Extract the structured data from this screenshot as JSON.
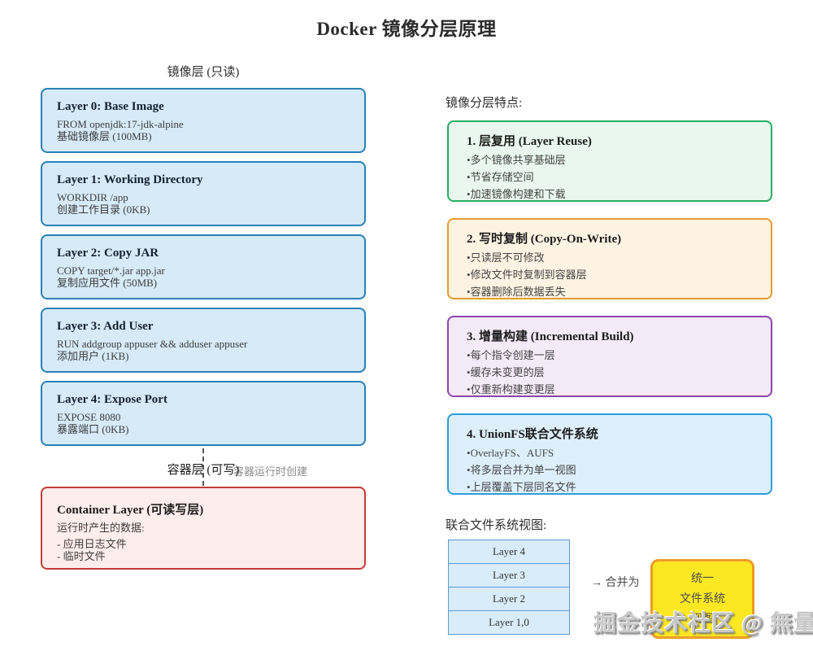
{
  "title": "Docker 镜像分层原理",
  "image_layers": {
    "header": "镜像层 (只读)",
    "layers": [
      {
        "title": "Layer 0: Base Image",
        "command": "FROM openjdk:17-jdk-alpine",
        "desc": "基础镜像层 (100MB)"
      },
      {
        "title": "Layer 1: Working Directory",
        "command": "WORKDIR /app",
        "desc": "创建工作目录 (0KB)"
      },
      {
        "title": "Layer 2: Copy JAR",
        "command": "COPY target/*.jar app.jar",
        "desc": "复制应用文件 (50MB)"
      },
      {
        "title": "Layer 3: Add User",
        "command": "RUN addgroup appuser && adduser appuser",
        "desc": "添加用户 (1KB)"
      },
      {
        "title": "Layer 4: Expose Port",
        "command": "EXPOSE 8080",
        "desc": "暴露端口 (0KB)"
      }
    ]
  },
  "container_layer": {
    "header": "容器层 (可写)",
    "arrow_label": "容器运行时创建",
    "title": "Container Layer (可读写层)",
    "subtitle": "运行时产生的数据:",
    "items": [
      "- 应用日志文件",
      "- 临时文件"
    ]
  },
  "features": {
    "header": "镜像分层特点:",
    "boxes": [
      {
        "title": "1. 层复用 (Layer Reuse)",
        "bullets": [
          "多个镜像共享基础层",
          "节省存储空间",
          "加速镜像构建和下载"
        ]
      },
      {
        "title": "2. 写时复制 (Copy-On-Write)",
        "bullets": [
          "只读层不可修改",
          "修改文件时复制到容器层",
          "容器删除后数据丢失"
        ]
      },
      {
        "title": "3. 增量构建 (Incremental Build)",
        "bullets": [
          "每个指令创建一层",
          "缓存未变更的层",
          "仅重新构建变更层"
        ]
      },
      {
        "title": "4. UnionFS联合文件系统",
        "bullets": [
          "OverlayFS、AUFS",
          "将多层合并为单一视图",
          "上层覆盖下层同名文件"
        ]
      }
    ]
  },
  "unionfs_view": {
    "header": "联合文件系统视图:",
    "stack": [
      "Layer 4",
      "Layer 3",
      "Layer 2",
      "Layer 1,0"
    ],
    "merge_label": "→ 合并为",
    "merged_box": [
      "统一",
      "文件系统",
      "视图"
    ]
  },
  "watermark": "掘金技术社区 @ 無量",
  "colors": {
    "image_layer_fill": "#d6eaf8",
    "image_layer_border": "#2980b9",
    "container_fill": "#fdedec",
    "container_border": "#c43c35",
    "feature1_border": "#27ae60",
    "feature1_fill": "#e9f7ef",
    "feature2_border": "#e59b2c",
    "feature2_fill": "#fdf3e3",
    "feature3_border": "#8e44ad",
    "feature3_fill": "#f4eaf8",
    "feature4_border": "#2b9fd8",
    "feature4_fill": "#ddeffa",
    "merged_fill": "#fbe822",
    "merged_border": "#ec9b28",
    "stack_fill": "#d9ecf9",
    "stack_border": "#5b9bd5"
  }
}
